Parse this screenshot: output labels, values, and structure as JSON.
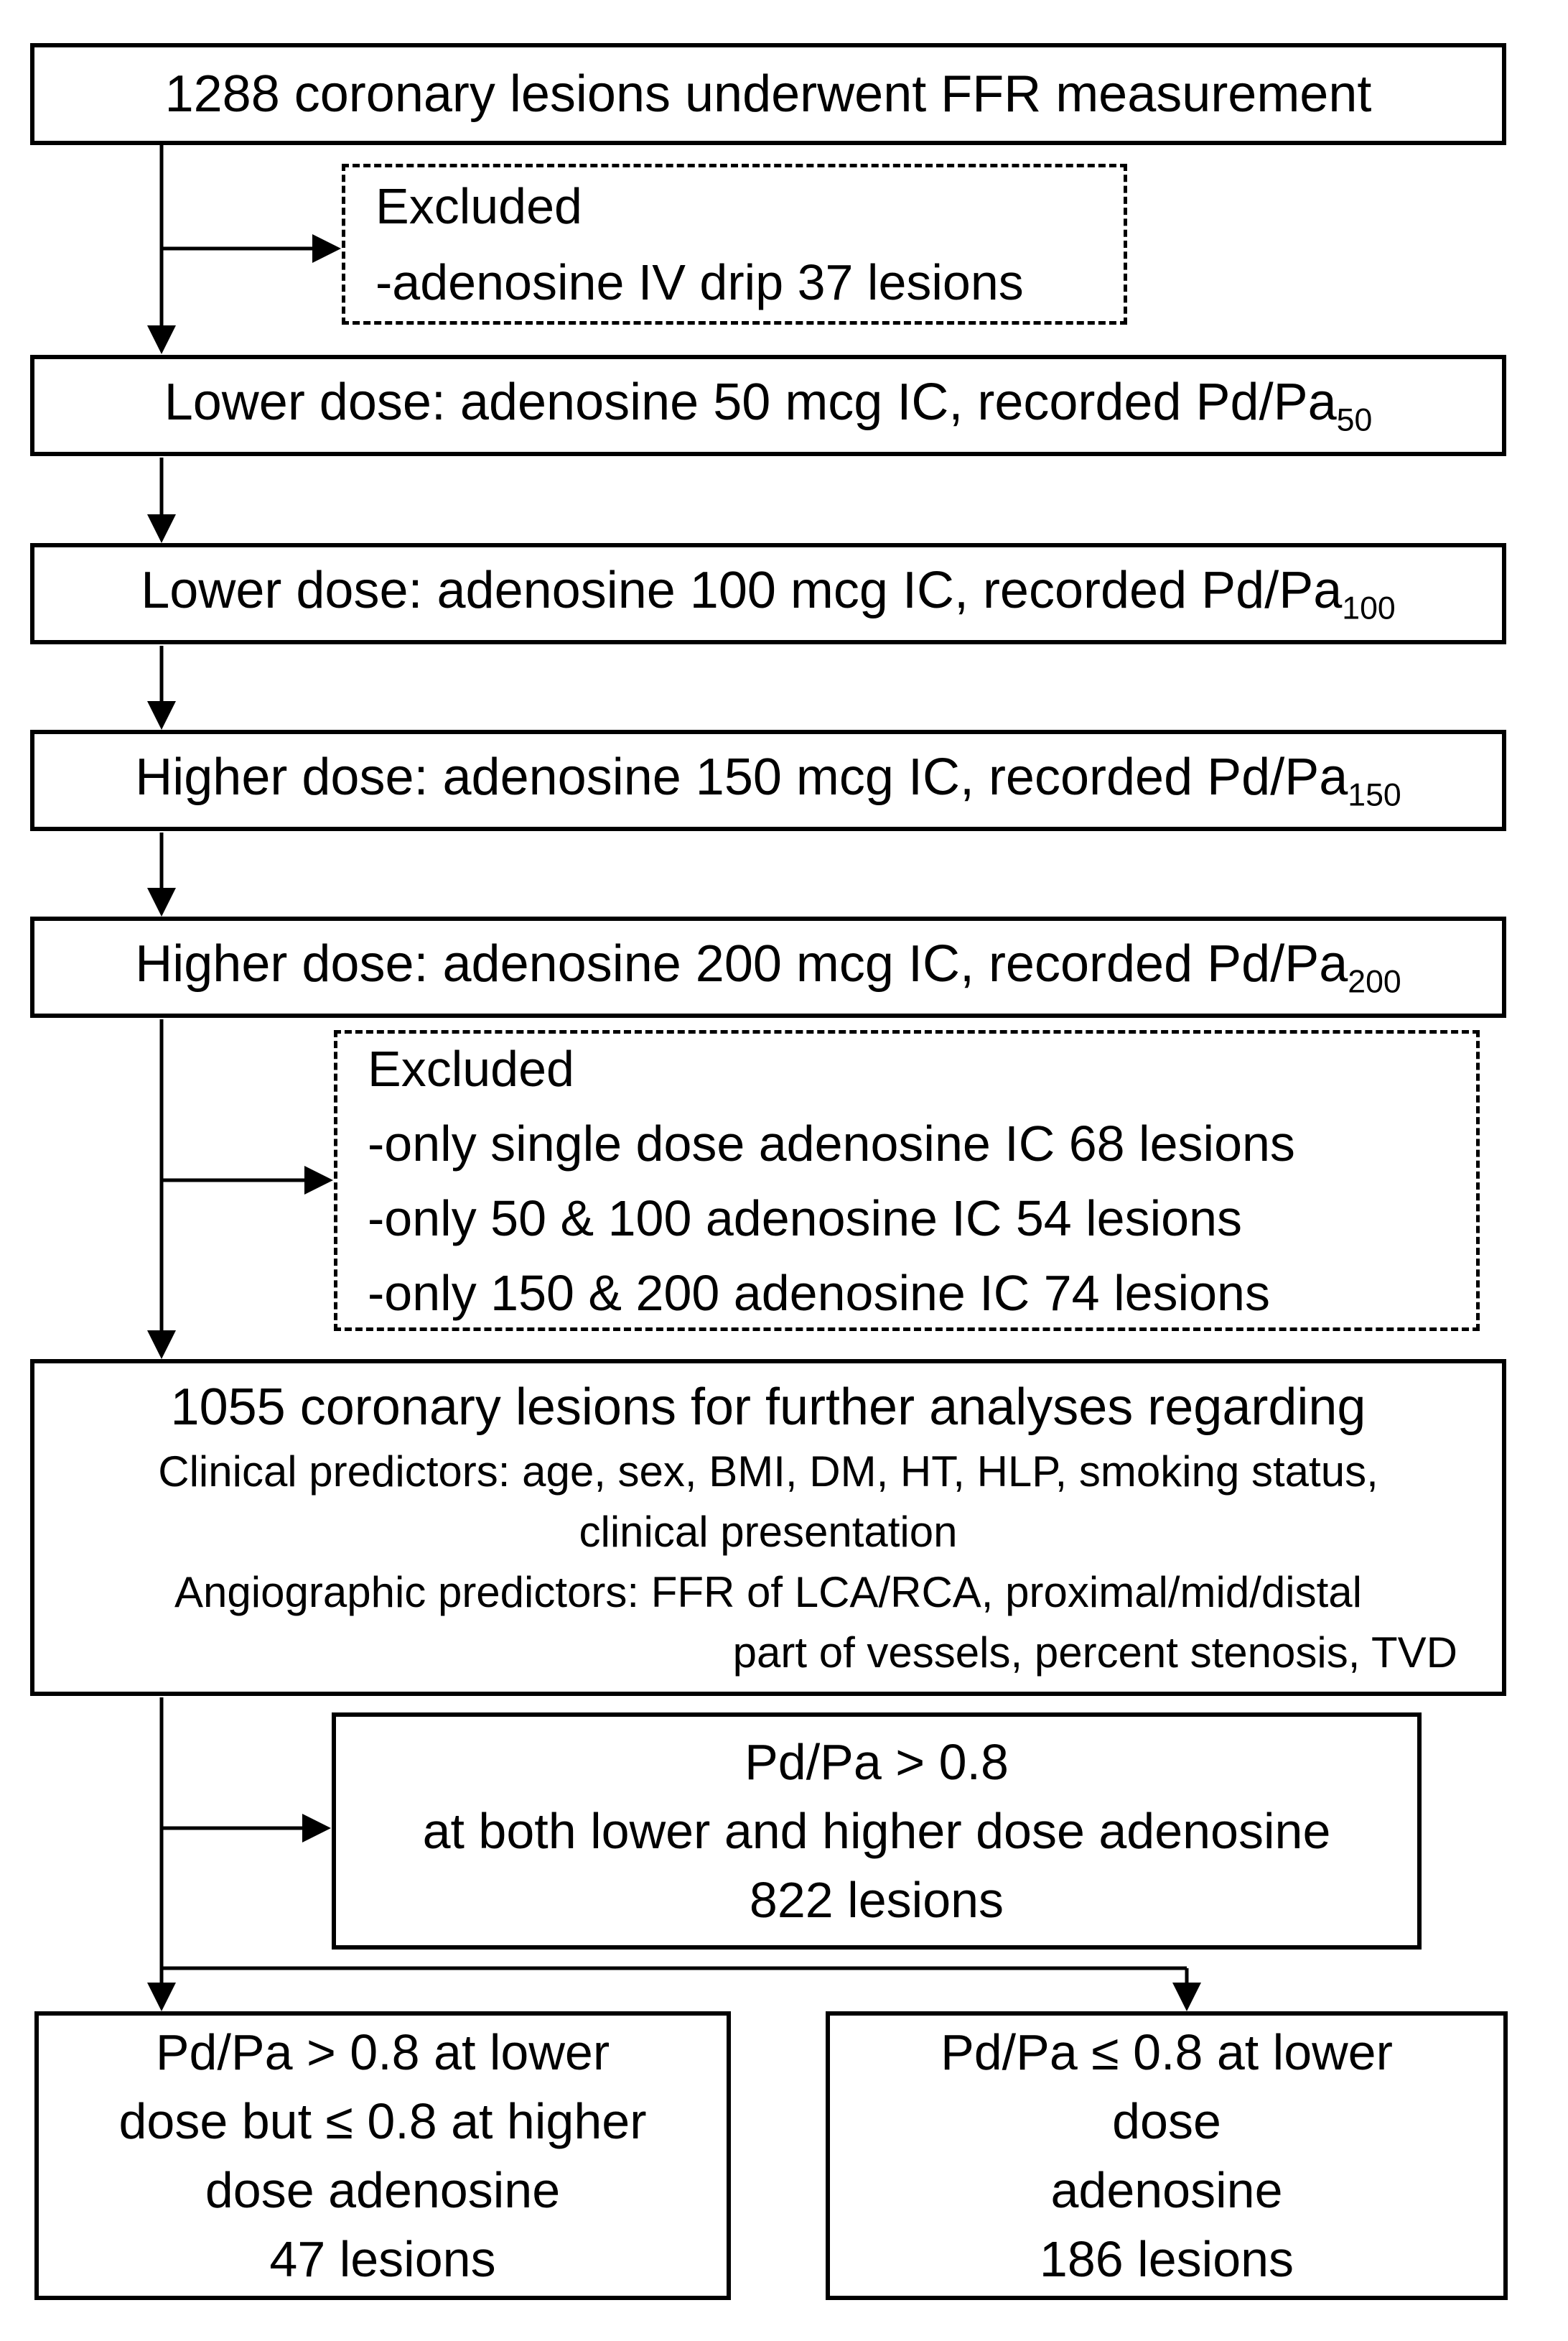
{
  "colors": {
    "line": "#000000",
    "text": "#000000",
    "box_background": "#ffffff",
    "page_background": "#ffffff"
  },
  "boxes": {
    "enrollment": {
      "text": "1288 coronary lesions underwent FFR measurement"
    },
    "excluded_iv": {
      "title": "Excluded",
      "items": [
        "-adenosine IV drip 37 lesions"
      ]
    },
    "dose_50": {
      "text": "Lower dose: adenosine 50 mcg IC, recorded Pd/Pa",
      "subscript": "50"
    },
    "dose_100": {
      "text": "Lower dose: adenosine 100 mcg IC, recorded Pd/Pa",
      "subscript": "100"
    },
    "dose_150": {
      "text": "Higher dose: adenosine 150 mcg IC, recorded Pd/Pa",
      "subscript": "150"
    },
    "dose_200": {
      "text": "Higher dose: adenosine 200 mcg IC, recorded Pd/Pa",
      "subscript": "200"
    },
    "excluded_partial": {
      "title": "Excluded",
      "items": [
        "-only single dose adenosine IC 68 lesions",
        "-only 50 & 100 adenosine IC 54 lesions",
        "-only 150 & 200 adenosine IC 74 lesions"
      ]
    },
    "analysis": {
      "line1": "1055 coronary lesions for further analyses regarding",
      "line2": "Clinical predictors: age, sex, BMI, DM, HT, HLP, smoking status,",
      "line3": "clinical presentation",
      "line4": "Angiographic predictors: FFR of LCA/RCA, proximal/mid/distal",
      "line5": "part of vessels, percent stenosis, TVD"
    },
    "concordant_negative": {
      "line1": "Pd/Pa > 0.8",
      "line2": "at both lower and higher dose adenosine",
      "line3": "822 lesions"
    },
    "discordant": {
      "line1": "Pd/Pa > 0.8 at lower",
      "line2": "dose but  ≤ 0.8 at higher",
      "line3": "dose adenosine",
      "line4": "47 lesions"
    },
    "concordant_positive": {
      "line1": "Pd/Pa ≤ 0.8 at lower",
      "line2": "dose",
      "line3": "adenosine",
      "line4": "186 lesions"
    }
  }
}
